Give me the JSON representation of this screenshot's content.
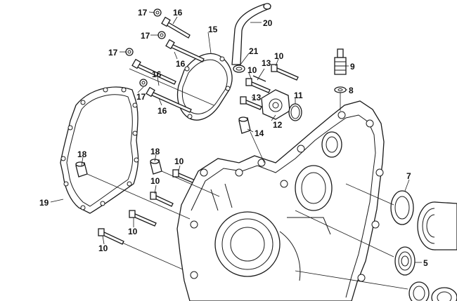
{
  "callouts": [
    {
      "id": "c17a",
      "label": "17"
    },
    {
      "id": "c16a",
      "label": "16"
    },
    {
      "id": "c17b",
      "label": "17"
    },
    {
      "id": "c15",
      "label": "15"
    },
    {
      "id": "c20",
      "label": "20"
    },
    {
      "id": "c17c",
      "label": "17"
    },
    {
      "id": "c16b",
      "label": "16"
    },
    {
      "id": "c21",
      "label": "21"
    },
    {
      "id": "c10a",
      "label": "10"
    },
    {
      "id": "c9",
      "label": "9"
    },
    {
      "id": "c13a",
      "label": "13"
    },
    {
      "id": "c10b",
      "label": "10"
    },
    {
      "id": "c16c",
      "label": "16"
    },
    {
      "id": "c17d",
      "label": "17"
    },
    {
      "id": "c8",
      "label": "8"
    },
    {
      "id": "c13b",
      "label": "13"
    },
    {
      "id": "c11",
      "label": "11"
    },
    {
      "id": "c16d",
      "label": "16"
    },
    {
      "id": "c12",
      "label": "12"
    },
    {
      "id": "c14",
      "label": "14"
    },
    {
      "id": "c18a",
      "label": "18"
    },
    {
      "id": "c18b",
      "label": "18"
    },
    {
      "id": "c10c",
      "label": "10"
    },
    {
      "id": "c7",
      "label": "7"
    },
    {
      "id": "c10d",
      "label": "10"
    },
    {
      "id": "c19",
      "label": "19"
    },
    {
      "id": "c10e",
      "label": "10"
    },
    {
      "id": "c10f",
      "label": "10"
    },
    {
      "id": "c5",
      "label": "5"
    }
  ]
}
